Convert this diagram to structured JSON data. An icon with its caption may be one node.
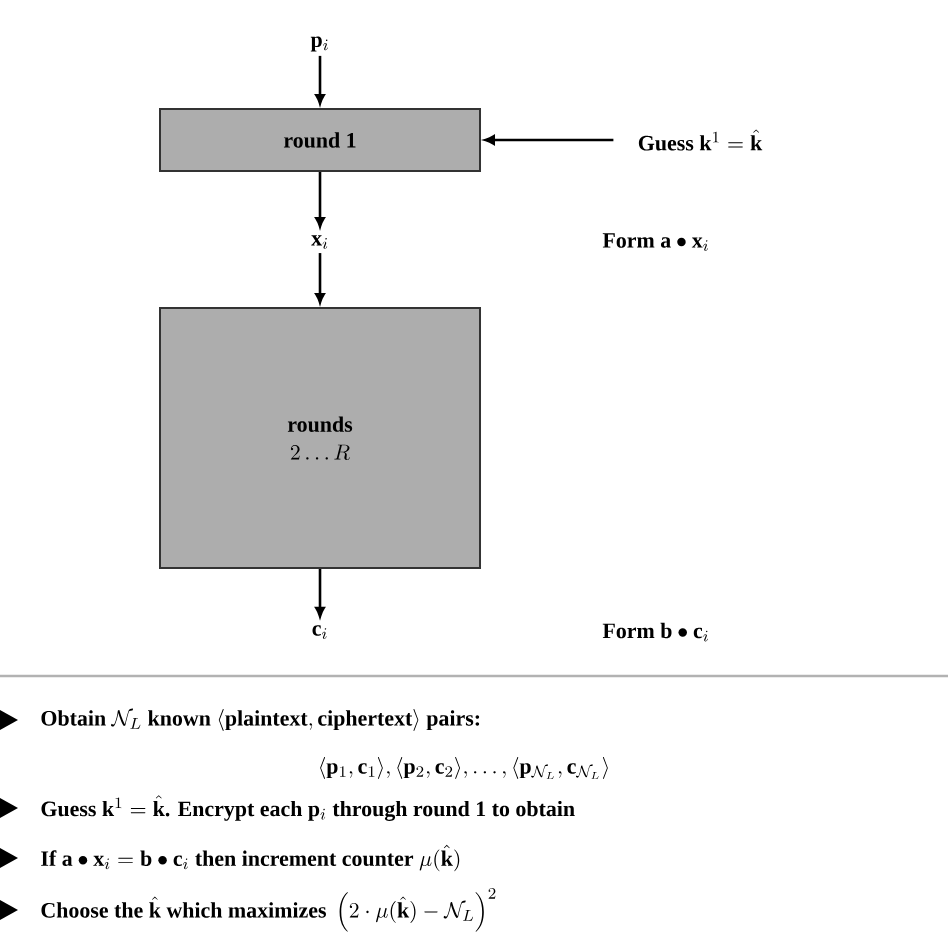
{
  "diagram": {
    "nodes": [
      {
        "text": [
          "\\mathbf{p}_i"
        ]
      },
      {
        "text": [
          "round 1"
        ]
      },
      {
        "text": [
          "\\mathbf{x}_i"
        ]
      },
      {
        "text": [
          "rounds",
          "2\\ldots R"
        ]
      },
      {
        "text": [
          "\\mathbf{c}_i"
        ]
      },
      {
        "text": [
          "\\textbf{Guess }\\mathbf{k}^1=\\hat{\\mathbf{k}}"
        ]
      }
    ],
    "edges": [
      {
        "from": 0,
        "to": 1,
        "arrow": "to"
      },
      {
        "from": 1,
        "to": 2,
        "arrow": "to"
      },
      {
        "from": 2,
        "to": 3,
        "arrow": "to"
      },
      {
        "from": 3,
        "to": 4,
        "arrow": "to"
      },
      {
        "from": 5,
        "to": 1,
        "arrow": "to"
      }
    ],
    "labels": [
      "\\textbf{Form }\\mathbf{a}\\bullet\\mathbf{x}_i",
      "\\textbf{Form }\\mathbf{b}\\bullet\\mathbf{c}_i",
      "\\textbf{Obtain }\\mathcal{N}_L\\textbf{ known }\\langle\\text{plaintext},\\text{ciphertext}\\rangle\\textbf{ pairs:}",
      "\\langle\\mathbf{p}_1,\\mathbf{c}_1\\rangle,\\langle\\mathbf{p}_2,\\mathbf{c}_2\\rangle,\\ldots,\\langle\\mathbf{p}_{\\mathcal{N}_L},\\mathbf{c}_{\\mathcal{N}_L}\\rangle",
      "\\textbf{Guess }\\mathbf{k}^1=\\hat{\\mathbf{k}}\\textbf{. Encrypt each }\\mathbf{p}_i\\textbf{ through round 1 to obtain}",
      "\\textbf{If }\\mathbf{a}\\bullet\\mathbf{x}_i=\\mathbf{b}\\bullet\\mathbf{c}_i\\textbf{ then increment counter }\\mu(\\hat{\\mathbf{k}})",
      "\\textbf{Choose the }\\hat{\\mathbf{k}}\\textbf{ which maximizes }\\left(2\\cdot\\mu(\\hat{\\mathbf{k}})-\\mathcal{N}_L\\right)^2"
    ]
  }
}
